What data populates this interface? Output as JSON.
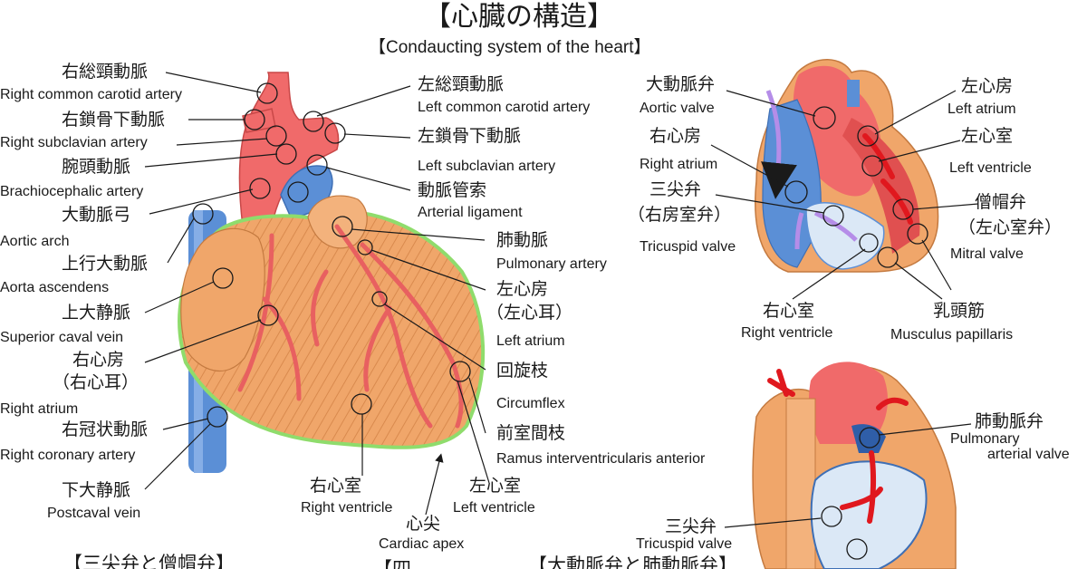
{
  "title": "【心臓の構造】",
  "subtitle": "【Condaucting system of the heart】",
  "labels": {
    "r_common_carotid_jp": "右総頸動脈",
    "r_common_carotid_en": "Right common carotid artery",
    "r_subclavian_jp": "右鎖骨下動脈",
    "r_subclavian_en": "Right subclavian artery",
    "brachiocephalic_jp": "腕頭動脈",
    "brachiocephalic_en": "Brachiocephalic artery",
    "aortic_arch_jp": "大動脈弓",
    "aortic_arch_en": "Aortic arch",
    "ascending_aorta_jp": "上行大動脈",
    "ascending_aorta_en": "Aorta ascendens",
    "svc_jp": "上大静脈",
    "svc_en": "Superior caval vein",
    "r_atrium_jp": "右心房",
    "r_auricle_jp": "（右心耳）",
    "r_atrium_en": "Right atrium",
    "r_coronary_jp": "右冠状動脈",
    "r_coronary_en": "Right coronary artery",
    "ivc_jp": "下大静脈",
    "ivc_en": "Postcaval vein",
    "l_common_carotid_jp": "左総頸動脈",
    "l_common_carotid_en": "Left common carotid artery",
    "l_subclavian_jp": "左鎖骨下動脈",
    "l_subclavian_en": "Left subclavian artery",
    "arterial_lig_jp": "動脈管索",
    "arterial_lig_en": "Arterial ligament",
    "pulmonary_art_jp": "肺動脈",
    "pulmonary_art_en": "Pulmonary artery",
    "l_atrium_jp": "左心房",
    "l_auricle_jp": "（左心耳）",
    "l_atrium_en": "Left atrium",
    "circumflex_jp": "回旋枝",
    "circumflex_en": "Circumflex",
    "lad_jp": "前室間枝",
    "lad_en": "Ramus interventricularis anterior",
    "r_ventricle_jp": "右心室",
    "r_ventricle_en": "Right ventricle",
    "l_ventricle_jp": "左心室",
    "l_ventricle_en": "Left ventricle",
    "apex_jp": "心尖",
    "apex_en": "Cardiac apex",
    "aortic_valve_jp": "大動脈弁",
    "aortic_valve_en": "Aortic valve",
    "r_atrium2_jp": "右心房",
    "r_atrium2_en": "Right atrium",
    "tricuspid_jp": "三尖弁",
    "tricuspid_paren_jp": "（右房室弁）",
    "tricuspid_en": "Tricuspid valve",
    "l_atrium2_jp": "左心房",
    "l_atrium2_en": "Left atrium",
    "l_ventricle2_jp": "左心室",
    "l_ventricle2_en": "Left ventricle",
    "mitral_jp": "僧帽弁",
    "mitral_paren_jp": "（左心室弁）",
    "mitral_en": "Mitral valve",
    "r_ventricle2_jp": "右心室",
    "r_ventricle2_en": "Right ventricle",
    "papillary_jp": "乳頭筋",
    "papillary_en": "Musculus papillaris",
    "pulm_valve_jp": "肺動脈弁",
    "pulm_valve_en1": "Pulmonary",
    "pulm_valve_en2": "arterial valve",
    "tricuspid3_jp": "三尖弁",
    "tricuspid3_en": "Tricuspid valve"
  },
  "bottom_headings": {
    "left": "【三尖弁と僧帽弁】",
    "middle": "【四",
    "right": "【大動脈弁と肺動脈弁】"
  },
  "colors": {
    "artery_red": "#f06a6a",
    "vein_blue": "#5b8fd6",
    "muscle_orange": "#f0a66a",
    "outline_green": "#8fdc6c",
    "flow_purple": "#b58de8",
    "blood_red": "#e0181e"
  }
}
